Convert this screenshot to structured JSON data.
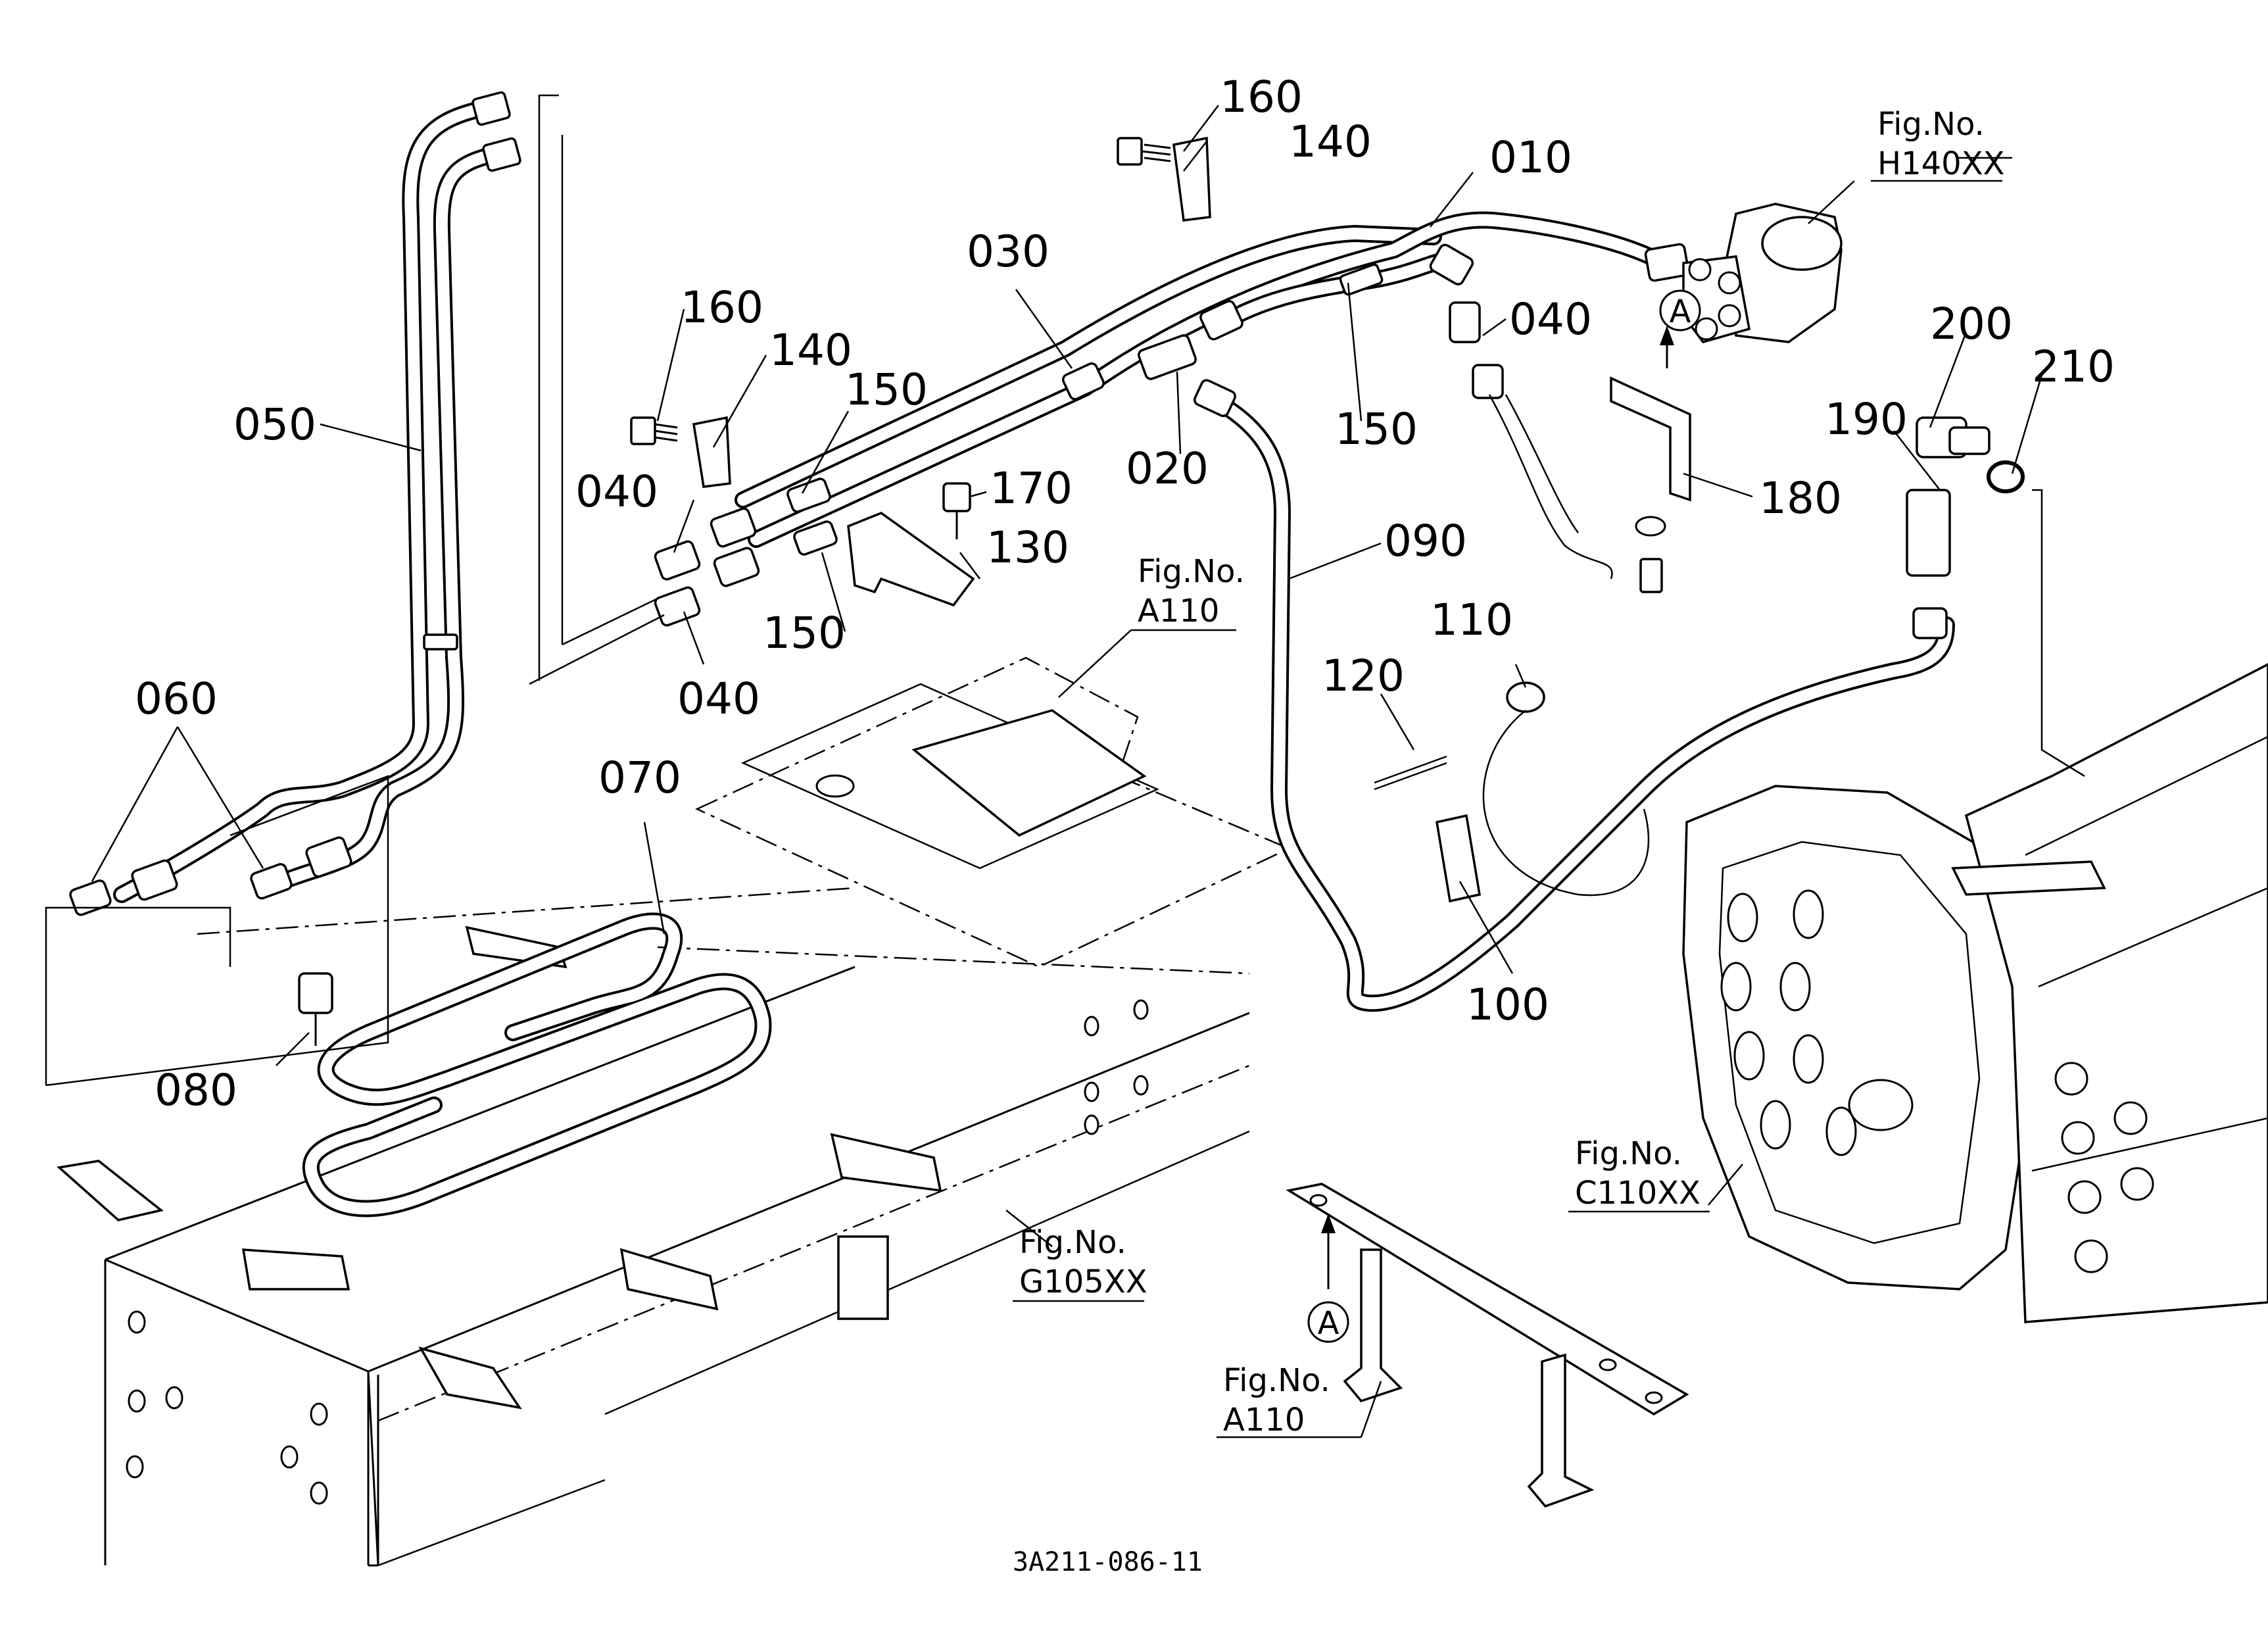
{
  "drawing_number": "3A211-086-11",
  "callouts": [
    {
      "id": "c-010",
      "label": "010"
    },
    {
      "id": "c-020",
      "label": "020"
    },
    {
      "id": "c-030",
      "label": "030"
    },
    {
      "id": "c-040a",
      "label": "040"
    },
    {
      "id": "c-040b",
      "label": "040"
    },
    {
      "id": "c-040c",
      "label": "040"
    },
    {
      "id": "c-050",
      "label": "050"
    },
    {
      "id": "c-060",
      "label": "060"
    },
    {
      "id": "c-070",
      "label": "070"
    },
    {
      "id": "c-080",
      "label": "080"
    },
    {
      "id": "c-090",
      "label": "090"
    },
    {
      "id": "c-100",
      "label": "100"
    },
    {
      "id": "c-110",
      "label": "110"
    },
    {
      "id": "c-120",
      "label": "120"
    },
    {
      "id": "c-130",
      "label": "130"
    },
    {
      "id": "c-140a",
      "label": "140"
    },
    {
      "id": "c-140b",
      "label": "140"
    },
    {
      "id": "c-150a",
      "label": "150"
    },
    {
      "id": "c-150b",
      "label": "150"
    },
    {
      "id": "c-150c",
      "label": "150"
    },
    {
      "id": "c-160a",
      "label": "160"
    },
    {
      "id": "c-160b",
      "label": "160"
    },
    {
      "id": "c-170",
      "label": "170"
    },
    {
      "id": "c-180",
      "label": "180"
    },
    {
      "id": "c-190",
      "label": "190"
    },
    {
      "id": "c-200",
      "label": "200"
    },
    {
      "id": "c-210",
      "label": "210"
    }
  ],
  "figure_refs": [
    {
      "id": "f-h140",
      "caption": "Fig.No.",
      "number": "H140XX"
    },
    {
      "id": "f-a110a",
      "caption": "Fig.No.",
      "number": "A110"
    },
    {
      "id": "f-a110b",
      "caption": "Fig.No.",
      "number": "A110"
    },
    {
      "id": "f-c110",
      "caption": "Fig.No.",
      "number": "C110XX"
    },
    {
      "id": "f-g105",
      "caption": "Fig.No.",
      "number": "G105XX"
    }
  ],
  "reference_marks": [
    {
      "id": "m-a1",
      "letter": "A"
    },
    {
      "id": "m-a2",
      "letter": "A"
    }
  ]
}
